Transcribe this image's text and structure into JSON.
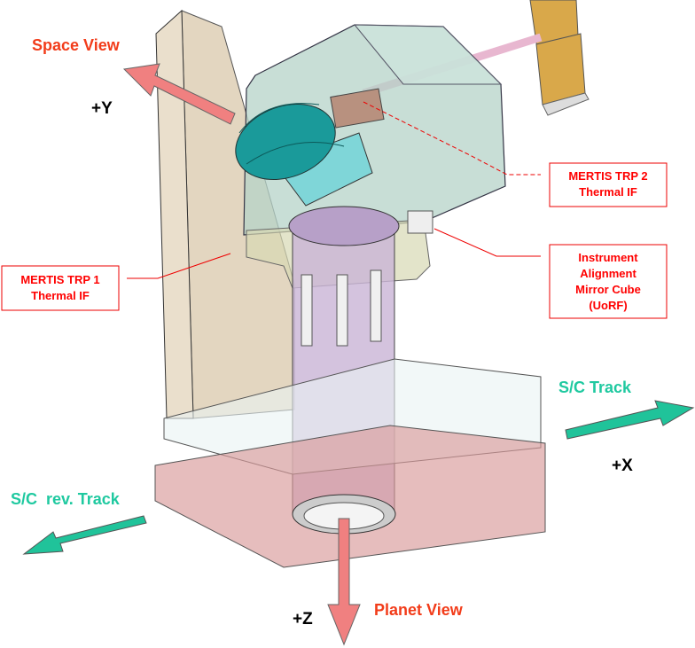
{
  "labels": {
    "space_view": "Space View",
    "planet_view": "Planet View",
    "sc_track": "S/C Track",
    "sc_rev_track": "S/C  rev. Track",
    "axis_y": "+Y",
    "axis_x": "+X",
    "axis_z": "+Z"
  },
  "callouts": {
    "trp2": [
      "MERTIS TRP 2",
      "Thermal IF"
    ],
    "trp1": [
      "MERTIS TRP 1",
      "Thermal IF"
    ],
    "mirror_cube": [
      "Instrument",
      "Alignment",
      "Mirror Cube",
      "(UoRF)"
    ]
  },
  "colors": {
    "callout_red": "#ff0000",
    "view_label": "#f23c1a",
    "track_label": "#1fc9a0",
    "view_arrow": "#f08080",
    "track_arrow": "#20c39a"
  }
}
